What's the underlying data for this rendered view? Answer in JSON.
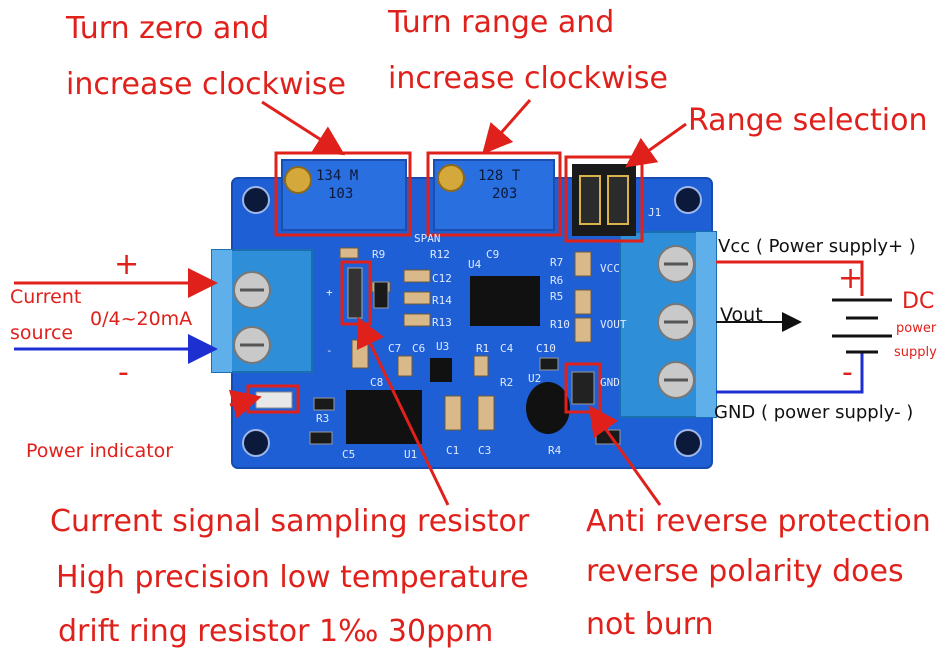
{
  "annotations": {
    "zero_pot": [
      "Turn zero and",
      "increase clockwise"
    ],
    "span_pot": [
      "Turn range and",
      "increase clockwise"
    ],
    "range_selection": "Range selection",
    "vcc": "Vcc ( Power supply+ )",
    "vout": "Vout",
    "gnd": "GND ( power supply- )",
    "dc": [
      "DC",
      "power",
      "supply"
    ],
    "plus": "+",
    "minus": "-",
    "current_source": [
      "Current",
      "source"
    ],
    "current_range": "0/4~20mA",
    "power_indicator": "Power indicator",
    "sampling_resistor": [
      "Current signal sampling resistor",
      "High precision low temperature",
      "drift ring resistor 1‰ 30ppm"
    ],
    "anti_reverse": [
      "Anti reverse protection",
      "reverse polarity does",
      "not burn"
    ]
  },
  "board": {
    "pot_zero_code": [
      "134 M",
      "103"
    ],
    "pot_span_code": [
      "128 T",
      "203"
    ],
    "silkscreen": [
      "R9",
      "R12",
      "C9",
      "C12",
      "R14",
      "R13",
      "U4",
      "R5",
      "R6",
      "R7",
      "R10",
      "C7",
      "C6",
      "U3",
      "R1",
      "C4",
      "C10",
      "R2",
      "U2",
      "C8",
      "R3",
      "C5",
      "U1",
      "C1",
      "C3",
      "R4",
      "J1",
      "VCC",
      "VOUT",
      "GND",
      "SPAN",
      "+",
      "-"
    ]
  },
  "colors": {
    "annotation_red": "#e0201b",
    "pcb_blue": "#1f5fd6",
    "terminal_blue": "#2e8fd8",
    "wire_red": "#e0201b",
    "wire_blue": "#1d2fd0",
    "pot_blue": "#2a6fe0"
  }
}
